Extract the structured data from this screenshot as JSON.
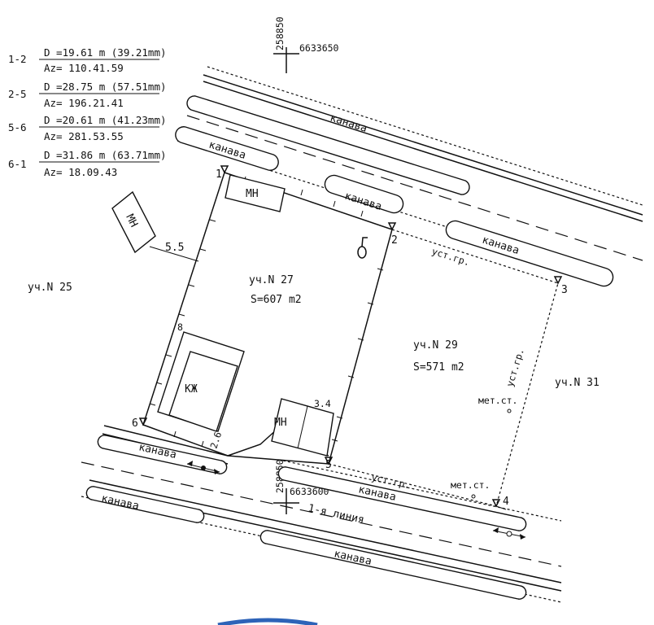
{
  "legend": [
    {
      "seg": "1-2",
      "d": "D =19.61 m (39.21mm)",
      "az": "Az=  110.41.59"
    },
    {
      "seg": "2-5",
      "d": "D =28.75 m (57.51mm)",
      "az": "Az=  196.21.41"
    },
    {
      "seg": "5-6",
      "d": "D =20.61 m (41.23mm)",
      "az": "Az=  281.53.55"
    },
    {
      "seg": "6-1",
      "d": "D =31.86 m (63.71mm)",
      "az": "Az=   18.09.43"
    }
  ],
  "coords": {
    "top": {
      "x": "258850",
      "y": "6633650"
    },
    "bottom": {
      "x": "258850",
      "y": "6633600"
    }
  },
  "points": [
    "1",
    "2",
    "3",
    "4",
    "5",
    "6"
  ],
  "parcels": {
    "p27": {
      "name": "уч.N 27",
      "area": "S=607 m2"
    },
    "p29": {
      "name": "уч.N 29",
      "area": "S=571 m2"
    },
    "p25": {
      "name": "уч.N 25"
    },
    "p31": {
      "name": "уч.N 31"
    }
  },
  "buildings": {
    "mn": "МН",
    "kzh": "КЖ"
  },
  "streets": {
    "top": "1-я линия",
    "bottom": "1-я линия"
  },
  "ditch": "канава",
  "labels": {
    "ust_gr": "уст.гр.",
    "met_st": "мет.ст.",
    "dim_55": "5.5",
    "dim_8": "8",
    "dim_34": "3.4",
    "dim_26": "2.6"
  }
}
